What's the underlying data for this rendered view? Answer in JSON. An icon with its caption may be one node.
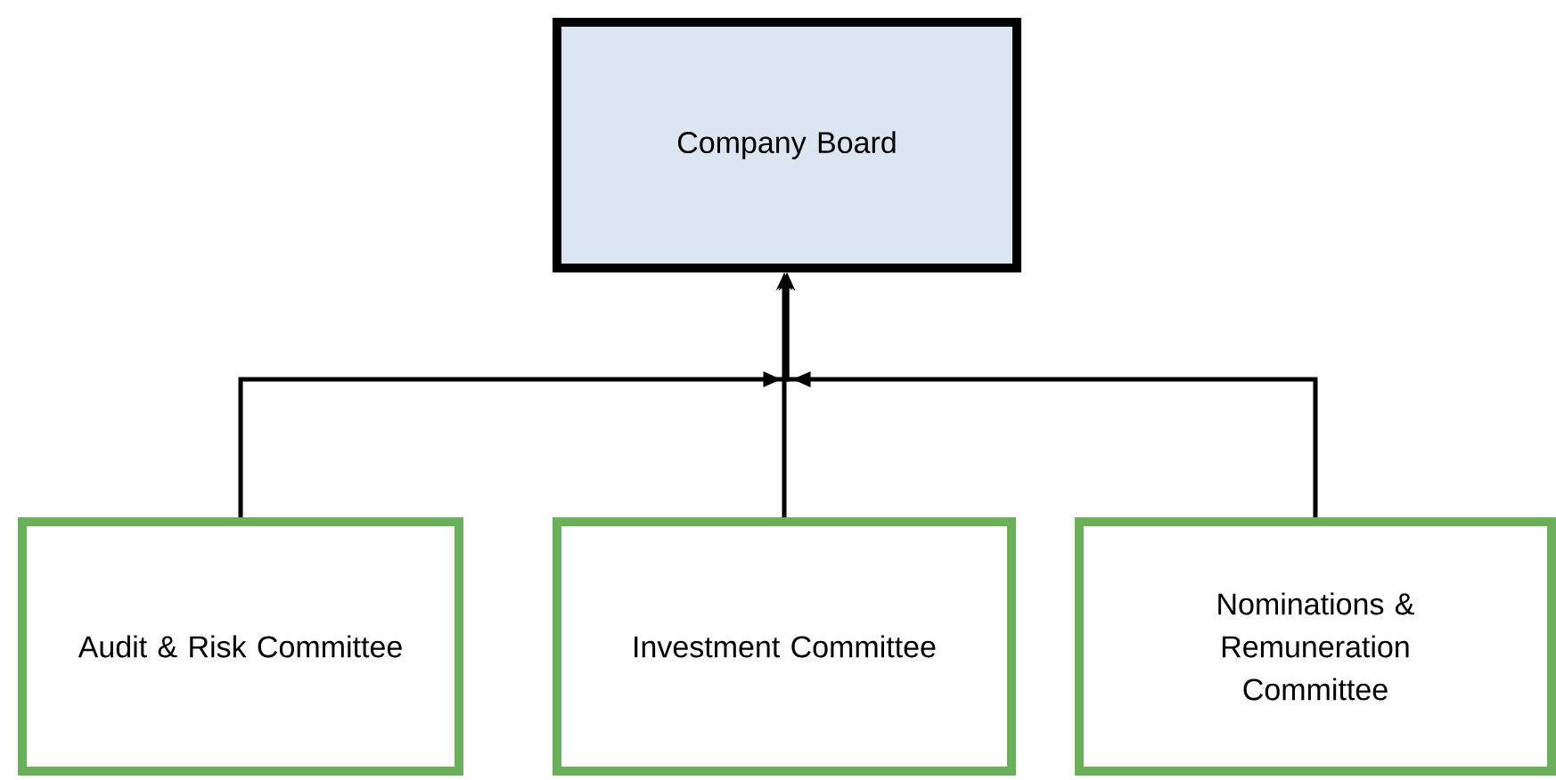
{
  "diagram": {
    "nodes": [
      {
        "text": [
          "Company Board"
        ]
      },
      {
        "text": [
          "Audit & Risk Committee"
        ]
      },
      {
        "text": [
          "Investment Committee"
        ]
      },
      {
        "text": [
          "Nominations & Remuneration Committee"
        ]
      }
    ],
    "edges": [
      {
        "from": 1,
        "to": 0,
        "arrow": "to"
      },
      {
        "from": 2,
        "to": 0,
        "arrow": "to"
      },
      {
        "from": 3,
        "to": 0,
        "arrow": "to"
      }
    ]
  }
}
